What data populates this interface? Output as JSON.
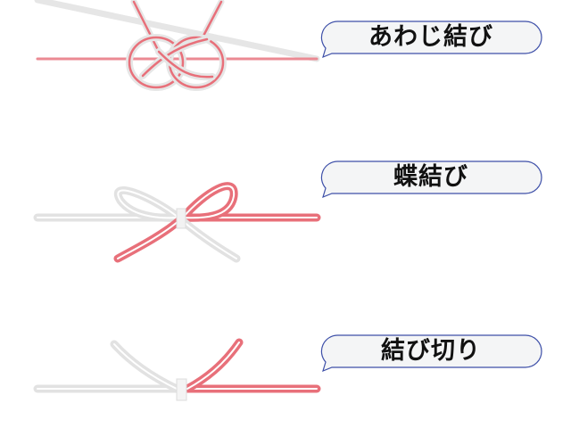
{
  "knots": [
    {
      "id": "awaji",
      "label": "あわじ結び"
    },
    {
      "id": "chou",
      "label": "蝶結び"
    },
    {
      "id": "musubikiri",
      "label": "結び切り"
    }
  ],
  "colors": {
    "red_cord": "#e8707a",
    "white_cord": "#e2e2e2",
    "bubble_fill": "#f4f5f6",
    "bubble_stroke": "#3d4fa8",
    "label_text": "#111111"
  }
}
